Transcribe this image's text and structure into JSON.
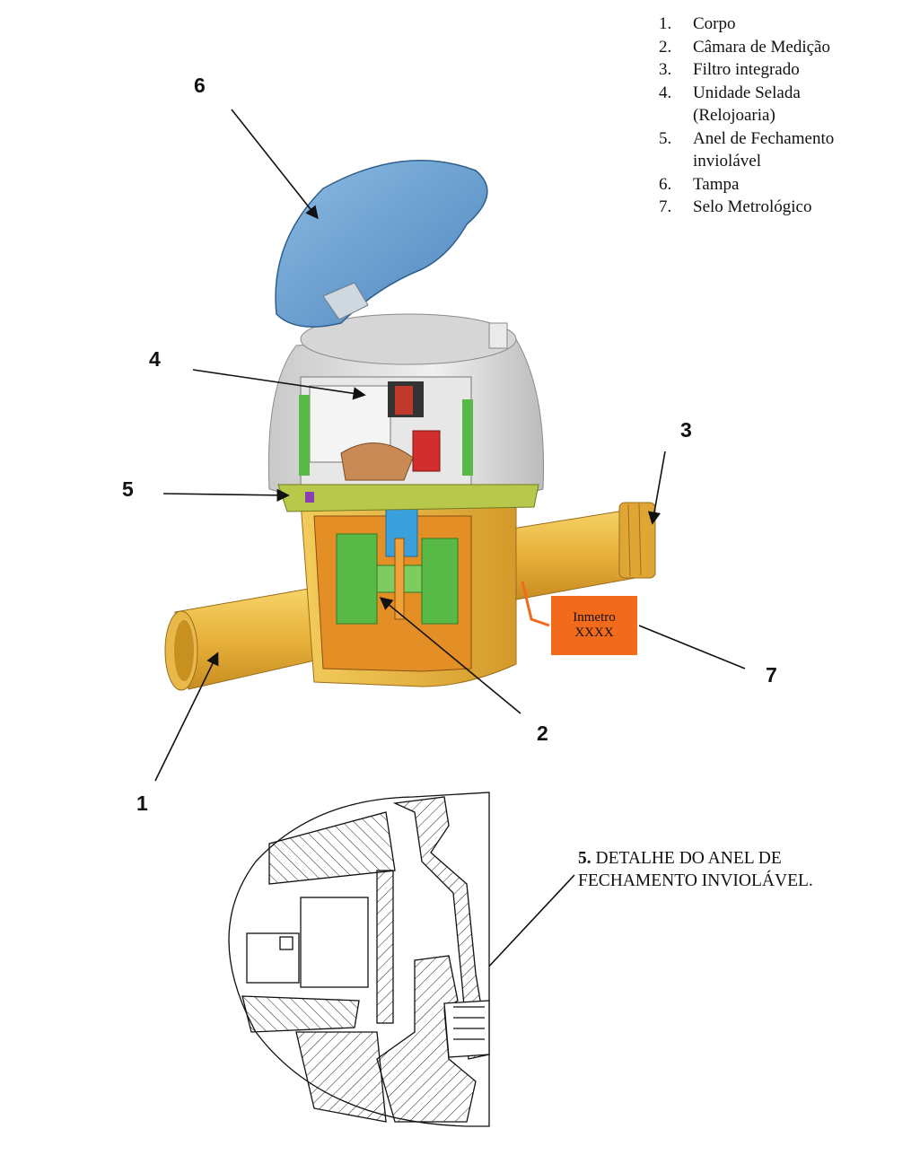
{
  "legend": [
    {
      "num": "1.",
      "text": "Corpo"
    },
    {
      "num": "2.",
      "text": "Câmara de Medição"
    },
    {
      "num": "3.",
      "text": "Filtro integrado"
    },
    {
      "num": "4.",
      "text": "Unidade Selada\n(Relojoaria)"
    },
    {
      "num": "5.",
      "text": "Anel de Fechamento\ninviolável"
    },
    {
      "num": "6.",
      "text": "Tampa"
    },
    {
      "num": "7.",
      "text": "Selo Metrológico"
    }
  ],
  "callouts": {
    "c1": "1",
    "c2": "2",
    "c3": "3",
    "c4": "4",
    "c5": "5",
    "c6": "6",
    "c7": "7"
  },
  "seal": {
    "line1": "Inmetro",
    "line2": "XXXX"
  },
  "detail": {
    "number": "5.",
    "caption": "DETALHE DO ANEL DE FECHAMENTO INVIOLÁVEL."
  },
  "colors": {
    "lid": "#6fa3d2",
    "body": "#e8b23a",
    "housing": "#d9d9d9",
    "inner_green": "#58b947",
    "inner_blue": "#3aa0dc",
    "seal": "#f26a1b"
  }
}
